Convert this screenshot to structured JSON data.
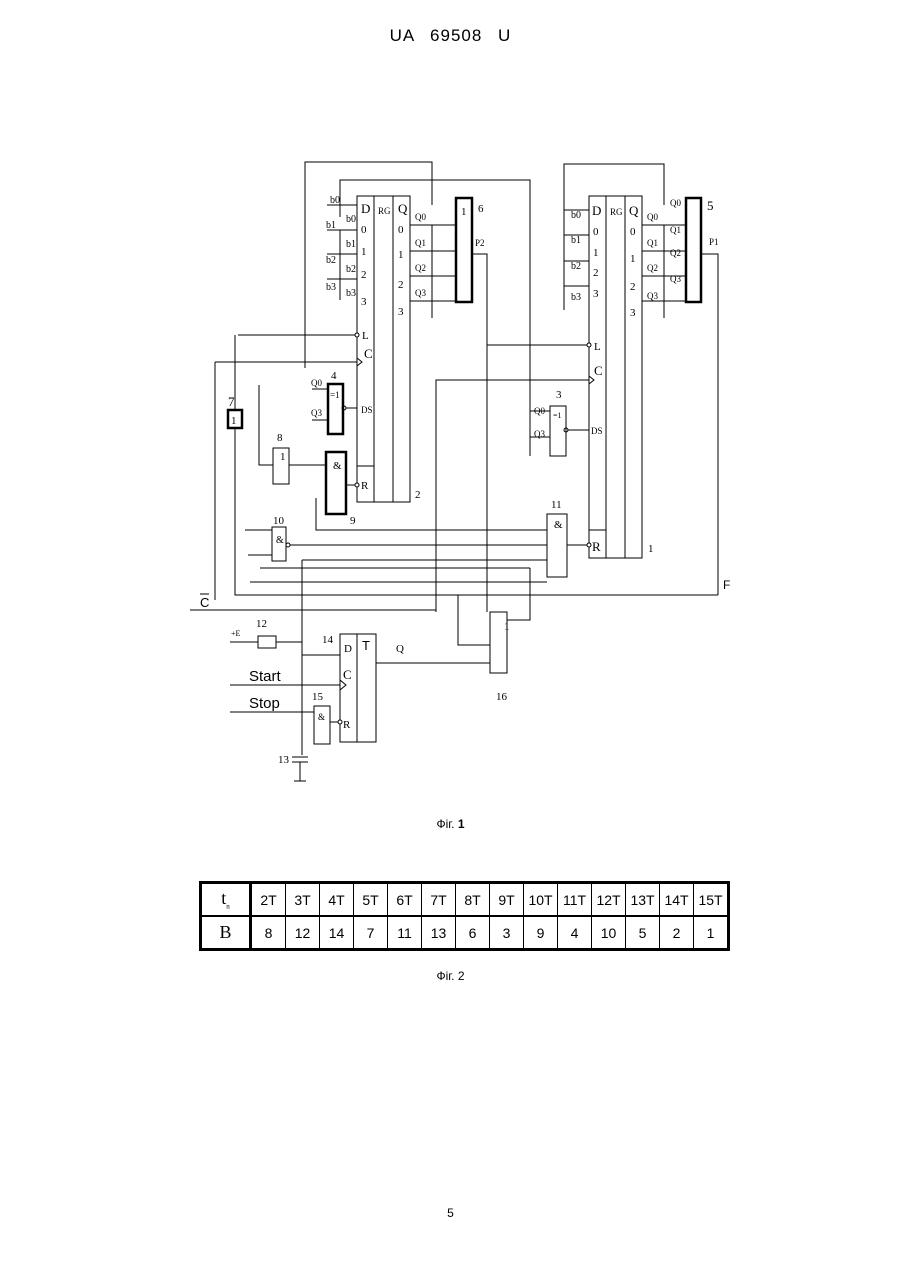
{
  "header": "UA 69508 U",
  "figure1": {
    "caption_prefix": "Фіг.",
    "caption_number": "1",
    "labels": {
      "n1": "1",
      "n2": "2",
      "n3": "3",
      "n4": "4",
      "n5": "5",
      "n6": "6",
      "n7": "7",
      "n8": "8",
      "n9": "9",
      "n10": "10",
      "n11": "11",
      "n12": "12",
      "n13": "13",
      "n14": "14",
      "n15": "15",
      "n16": "16",
      "D": "D",
      "RG": "RG",
      "Q": "Q",
      "L": "L",
      "C": "C",
      "DS": "DS",
      "R": "R",
      "T": "T",
      "and": "&",
      "or": "1",
      "xor": "=1",
      "d0": "0",
      "d1": "1",
      "d2": "2",
      "d3": "3",
      "b0": "b0",
      "b1": "b1",
      "b2": "b2",
      "b3": "b3",
      "Q0": "Q0",
      "Q1": "Q1",
      "Q2": "Q2",
      "Q3": "Q3",
      "P1": "P1",
      "P2": "P2",
      "start": "Start",
      "stop": "Stop",
      "plusE": "+E",
      "Cbar": "C",
      "F": "F",
      "Qout": "Q"
    }
  },
  "figure2": {
    "caption_prefix": "Фіг.",
    "caption_number": "2",
    "row1_label": "t",
    "row1_sub": "n",
    "row2_label": "B",
    "t_values": [
      "2T",
      "3T",
      "4T",
      "5T",
      "6T",
      "7T",
      "8T",
      "9T",
      "10T",
      "11T",
      "12T",
      "13T",
      "14T",
      "15T"
    ],
    "b_values": [
      "8",
      "12",
      "14",
      "7",
      "11",
      "13",
      "6",
      "3",
      "9",
      "4",
      "10",
      "5",
      "2",
      "1"
    ]
  },
  "page_number": "5"
}
